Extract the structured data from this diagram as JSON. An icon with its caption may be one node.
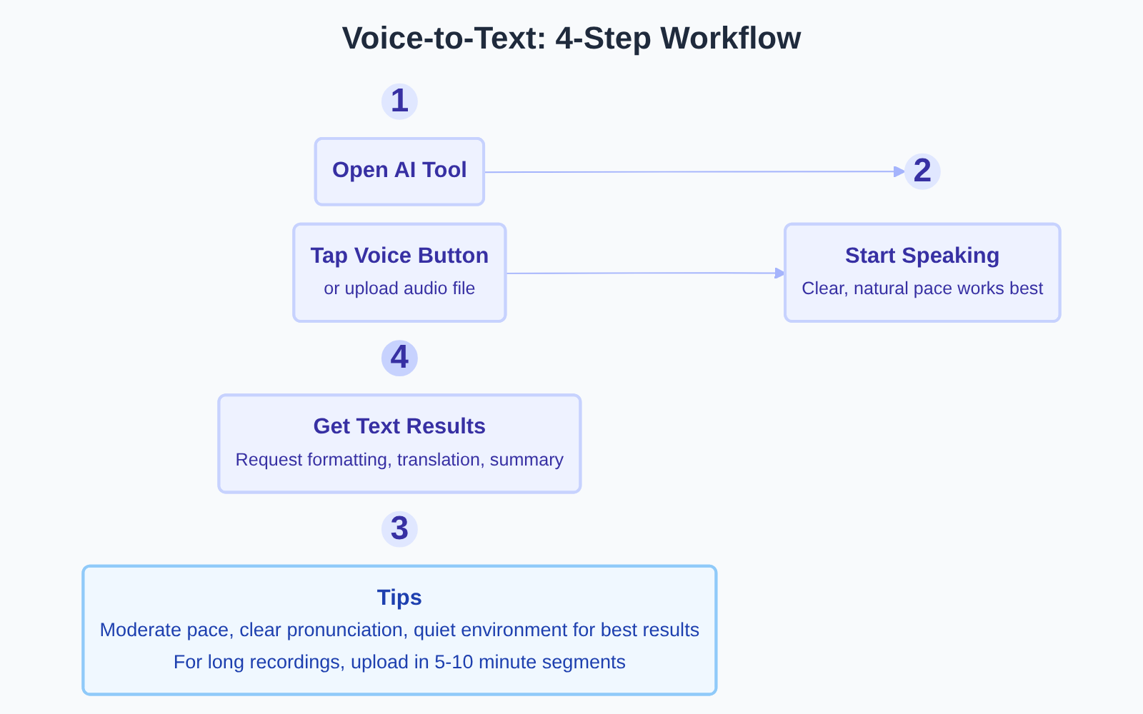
{
  "diagram": {
    "title": "Voice-to-Text: 4-Step Workflow",
    "nodes": [
      {
        "text": [
          "1"
        ]
      },
      {
        "text": [
          "Open AI Tool"
        ]
      },
      {
        "text": [
          "2"
        ]
      },
      {
        "text": [
          "Tap Voice Button",
          "or upload audio file"
        ]
      },
      {
        "text": [
          "4"
        ]
      },
      {
        "text": [
          "Get Text Results",
          "Request formatting, translation, summary"
        ]
      },
      {
        "text": [
          "3"
        ]
      },
      {
        "text": [
          "Start Speaking",
          "Clear, natural pace works best"
        ]
      },
      {
        "text": [
          "Tips",
          "Moderate pace, clear pronunciation, quiet environment for best results",
          "For long recordings, upload in 5-10 minute segments"
        ]
      }
    ],
    "edges": [
      {
        "from": 1,
        "to": 2,
        "arrow": "to"
      },
      {
        "from": 3,
        "to": 7,
        "arrow": "to"
      }
    ]
  }
}
